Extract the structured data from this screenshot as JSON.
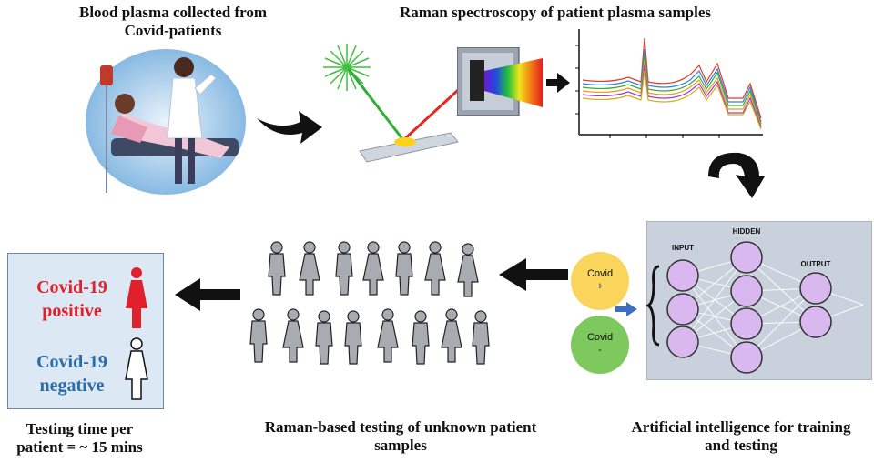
{
  "captions": {
    "blood": "Blood plasma collected from\nCovid-patients",
    "raman": "Raman spectroscopy of  patient plasma samples",
    "ai": "Artificial intelligence for training\nand testing",
    "testing": "Raman-based testing of  unknown patient\nsamples",
    "time": "Testing time per\npatient = ~ 15 mins"
  },
  "result": {
    "positive": "Covid-19\npositive",
    "negative": "Covid-19\nnegative"
  },
  "classes": {
    "positive": "Covid\n+",
    "negative": "Covid\n-"
  },
  "network": {
    "input": "INPUT",
    "hidden": "HIDDEN",
    "output": "OUTPUT"
  },
  "colors": {
    "positive": "#e0212b",
    "negative": "#2a6ba8",
    "covid_pos_circle": "#f9d65b",
    "covid_neg_circle": "#7dc95e",
    "node": "#d8b8ef"
  }
}
